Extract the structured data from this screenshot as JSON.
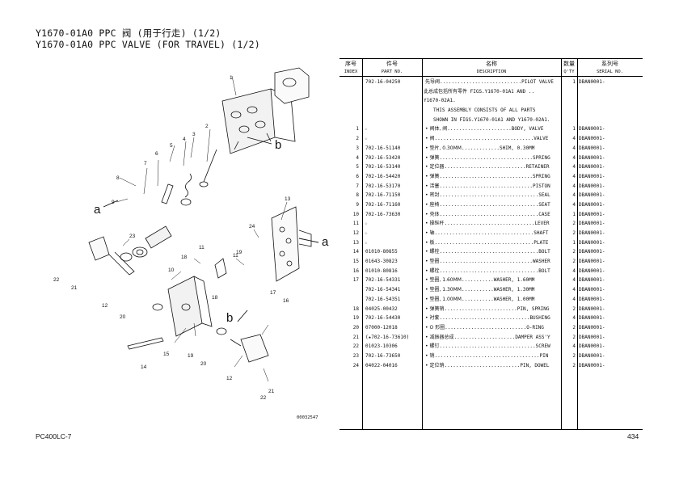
{
  "header": {
    "title_cn": "Y1670-01A0 PPC 阀 (用于行走) (1/2)",
    "title_en": "Y1670-01A0 PPC VALVE (FOR TRAVEL) (1/2)"
  },
  "diagram": {
    "drawing_number": "00032547",
    "callouts": [
      "a",
      "a",
      "b",
      "b"
    ],
    "part_labels": [
      "1",
      "2",
      "3",
      "4",
      "5",
      "6",
      "7",
      "8",
      "9",
      "10",
      "11",
      "11",
      "12",
      "12",
      "13",
      "14",
      "15",
      "16",
      "17",
      "18",
      "18",
      "19",
      "19",
      "20",
      "20",
      "21",
      "21",
      "22",
      "22",
      "23",
      "24"
    ]
  },
  "table": {
    "headers": {
      "index": {
        "cn": "序号",
        "en": "INDEX"
      },
      "part_no": {
        "cn": "件号",
        "en": "PART NO."
      },
      "description": {
        "cn": "名称",
        "en": "DESCRIPTION"
      },
      "qty": {
        "cn": "数量",
        "en": "Q'TY"
      },
      "serial": {
        "cn": "系列号",
        "en": "SERIAL NO."
      }
    },
    "rows": [
      {
        "index": "",
        "part_no": "702-16-04250",
        "desc_cn": "先导阀",
        "desc_en": "PILOT VALVE",
        "qty": "1",
        "serial": "DBAN0001-"
      },
      {
        "type": "note",
        "text": "此总成包括所有零件 FIGS.Y1670-01A1 AND .."
      },
      {
        "type": "note",
        "text": "Y1670-02A1."
      },
      {
        "type": "note-en",
        "text": "THIS ASSEMBLY CONSISTS OF ALL PARTS"
      },
      {
        "type": "note-en",
        "text": "SHOWN IN FIGS.Y1670-01A1 AND Y1670-02A1."
      },
      {
        "index": "1",
        "star": "☆",
        "part_no": "",
        "desc_cn": "• 阀体, 阀",
        "desc_en": "BODY, VALVE",
        "qty": "1",
        "serial": "DBAN0001-"
      },
      {
        "index": "2",
        "star": "☆",
        "part_no": "",
        "desc_cn": "• 阀",
        "desc_en": "VALVE",
        "qty": "4",
        "serial": "DBAN0001-"
      },
      {
        "index": "3",
        "part_no": "702-16-51140",
        "desc_cn": "• 垫片, 0.30MM",
        "desc_en": "SHIM, 0.30MM",
        "qty": "4",
        "serial": "DBAN0001-"
      },
      {
        "index": "4",
        "part_no": "702-16-53420",
        "desc_cn": "• 弹簧",
        "desc_en": "SPRING",
        "qty": "4",
        "serial": "DBAN0001-"
      },
      {
        "index": "5",
        "part_no": "702-16-53140",
        "desc_cn": "• 定位器",
        "desc_en": "RETAINER",
        "qty": "4",
        "serial": "DBAN0001-"
      },
      {
        "index": "6",
        "part_no": "702-16-54420",
        "desc_cn": "• 弹簧",
        "desc_en": "SPRING",
        "qty": "4",
        "serial": "DBAN0001-"
      },
      {
        "index": "7",
        "part_no": "702-16-53170",
        "desc_cn": "• 活塞",
        "desc_en": "PISTON",
        "qty": "4",
        "serial": "DBAN0001-"
      },
      {
        "index": "8",
        "part_no": "702-16-71150",
        "desc_cn": "• 密封",
        "desc_en": "SEAL",
        "qty": "4",
        "serial": "DBAN0001-"
      },
      {
        "index": "9",
        "part_no": "702-16-71160",
        "desc_cn": "• 座椅",
        "desc_en": "SEAT",
        "qty": "4",
        "serial": "DBAN0001-"
      },
      {
        "index": "10",
        "part_no": "702-16-73630",
        "desc_cn": "• 壳体",
        "desc_en": "CASE",
        "qty": "1",
        "serial": "DBAN0001-"
      },
      {
        "index": "11",
        "star": "☆",
        "part_no": "",
        "desc_cn": "• 操纵杆",
        "desc_en": "LEVER",
        "qty": "2",
        "serial": "DBAN0001-"
      },
      {
        "index": "12",
        "star": "☆",
        "part_no": "",
        "desc_cn": "• 轴",
        "desc_en": "SHAFT",
        "qty": "2",
        "serial": "DBAN0001-"
      },
      {
        "index": "13",
        "star": "☆",
        "part_no": "",
        "desc_cn": "• 板",
        "desc_en": "PLATE",
        "qty": "1",
        "serial": "DBAN0001-"
      },
      {
        "index": "14",
        "part_no": "01010-80855",
        "desc_cn": "• 螺栓",
        "desc_en": "BOLT",
        "qty": "2",
        "serial": "DBAN0001-"
      },
      {
        "index": "15",
        "part_no": "01643-30823",
        "desc_cn": "• 垫圈",
        "desc_en": "WASHER",
        "qty": "2",
        "serial": "DBAN0001-"
      },
      {
        "index": "16",
        "part_no": "01010-80816",
        "desc_cn": "• 螺栓",
        "desc_en": "BOLT",
        "qty": "4",
        "serial": "DBAN0001-"
      },
      {
        "index": "17",
        "part_no": "702-16-54331",
        "desc_cn": "• 垫圈, 1.60MM",
        "desc_en": "WASHER, 1.60MM",
        "qty": "4",
        "serial": "DBAN0001-"
      },
      {
        "index": "",
        "part_no": "702-16-54341",
        "desc_cn": "• 垫圈, 1.30MM",
        "desc_en": "WASHER, 1.30MM",
        "qty": "4",
        "serial": "DBAN0001-"
      },
      {
        "index": "",
        "part_no": "702-16-54351",
        "desc_cn": "• 垫圈, 1.00MM",
        "desc_en": "WASHER, 1.00MM",
        "qty": "4",
        "serial": "DBAN0001-"
      },
      {
        "index": "18",
        "part_no": "04025-00432",
        "desc_cn": "• 弹簧销",
        "desc_en": "PIN, SPRING",
        "qty": "2",
        "serial": "DBAN0001-"
      },
      {
        "index": "19",
        "part_no": "702-16-54430",
        "desc_cn": "• 衬套",
        "desc_en": "BUSHING",
        "qty": "4",
        "serial": "DBAN0001-"
      },
      {
        "index": "20",
        "part_no": "07000-12018",
        "desc_cn": "• O 形圈",
        "desc_en": "O-RING",
        "qty": "2",
        "serial": "DBAN0001-"
      },
      {
        "index": "21",
        "part_no": "(★702-16-73610)",
        "desc_cn": "• 减振器总成",
        "desc_en": "DAMPER ASS'Y",
        "qty": "2",
        "serial": "DBAN0001-"
      },
      {
        "index": "22",
        "part_no": "01023-10306",
        "desc_cn": "• 螺钉",
        "desc_en": "SCREW",
        "qty": "4",
        "serial": "DBAN0001-"
      },
      {
        "index": "23",
        "part_no": "702-16-73650",
        "desc_cn": "• 销",
        "desc_en": "PIN",
        "qty": "2",
        "serial": "DBAN0001-"
      },
      {
        "index": "24",
        "part_no": "04022-04016",
        "desc_cn": "• 定位销",
        "desc_en": "PIN, DOWEL",
        "qty": "2",
        "serial": "DBAN0001-"
      }
    ]
  },
  "footer": {
    "model": "PC400LC-7",
    "page": "434"
  }
}
